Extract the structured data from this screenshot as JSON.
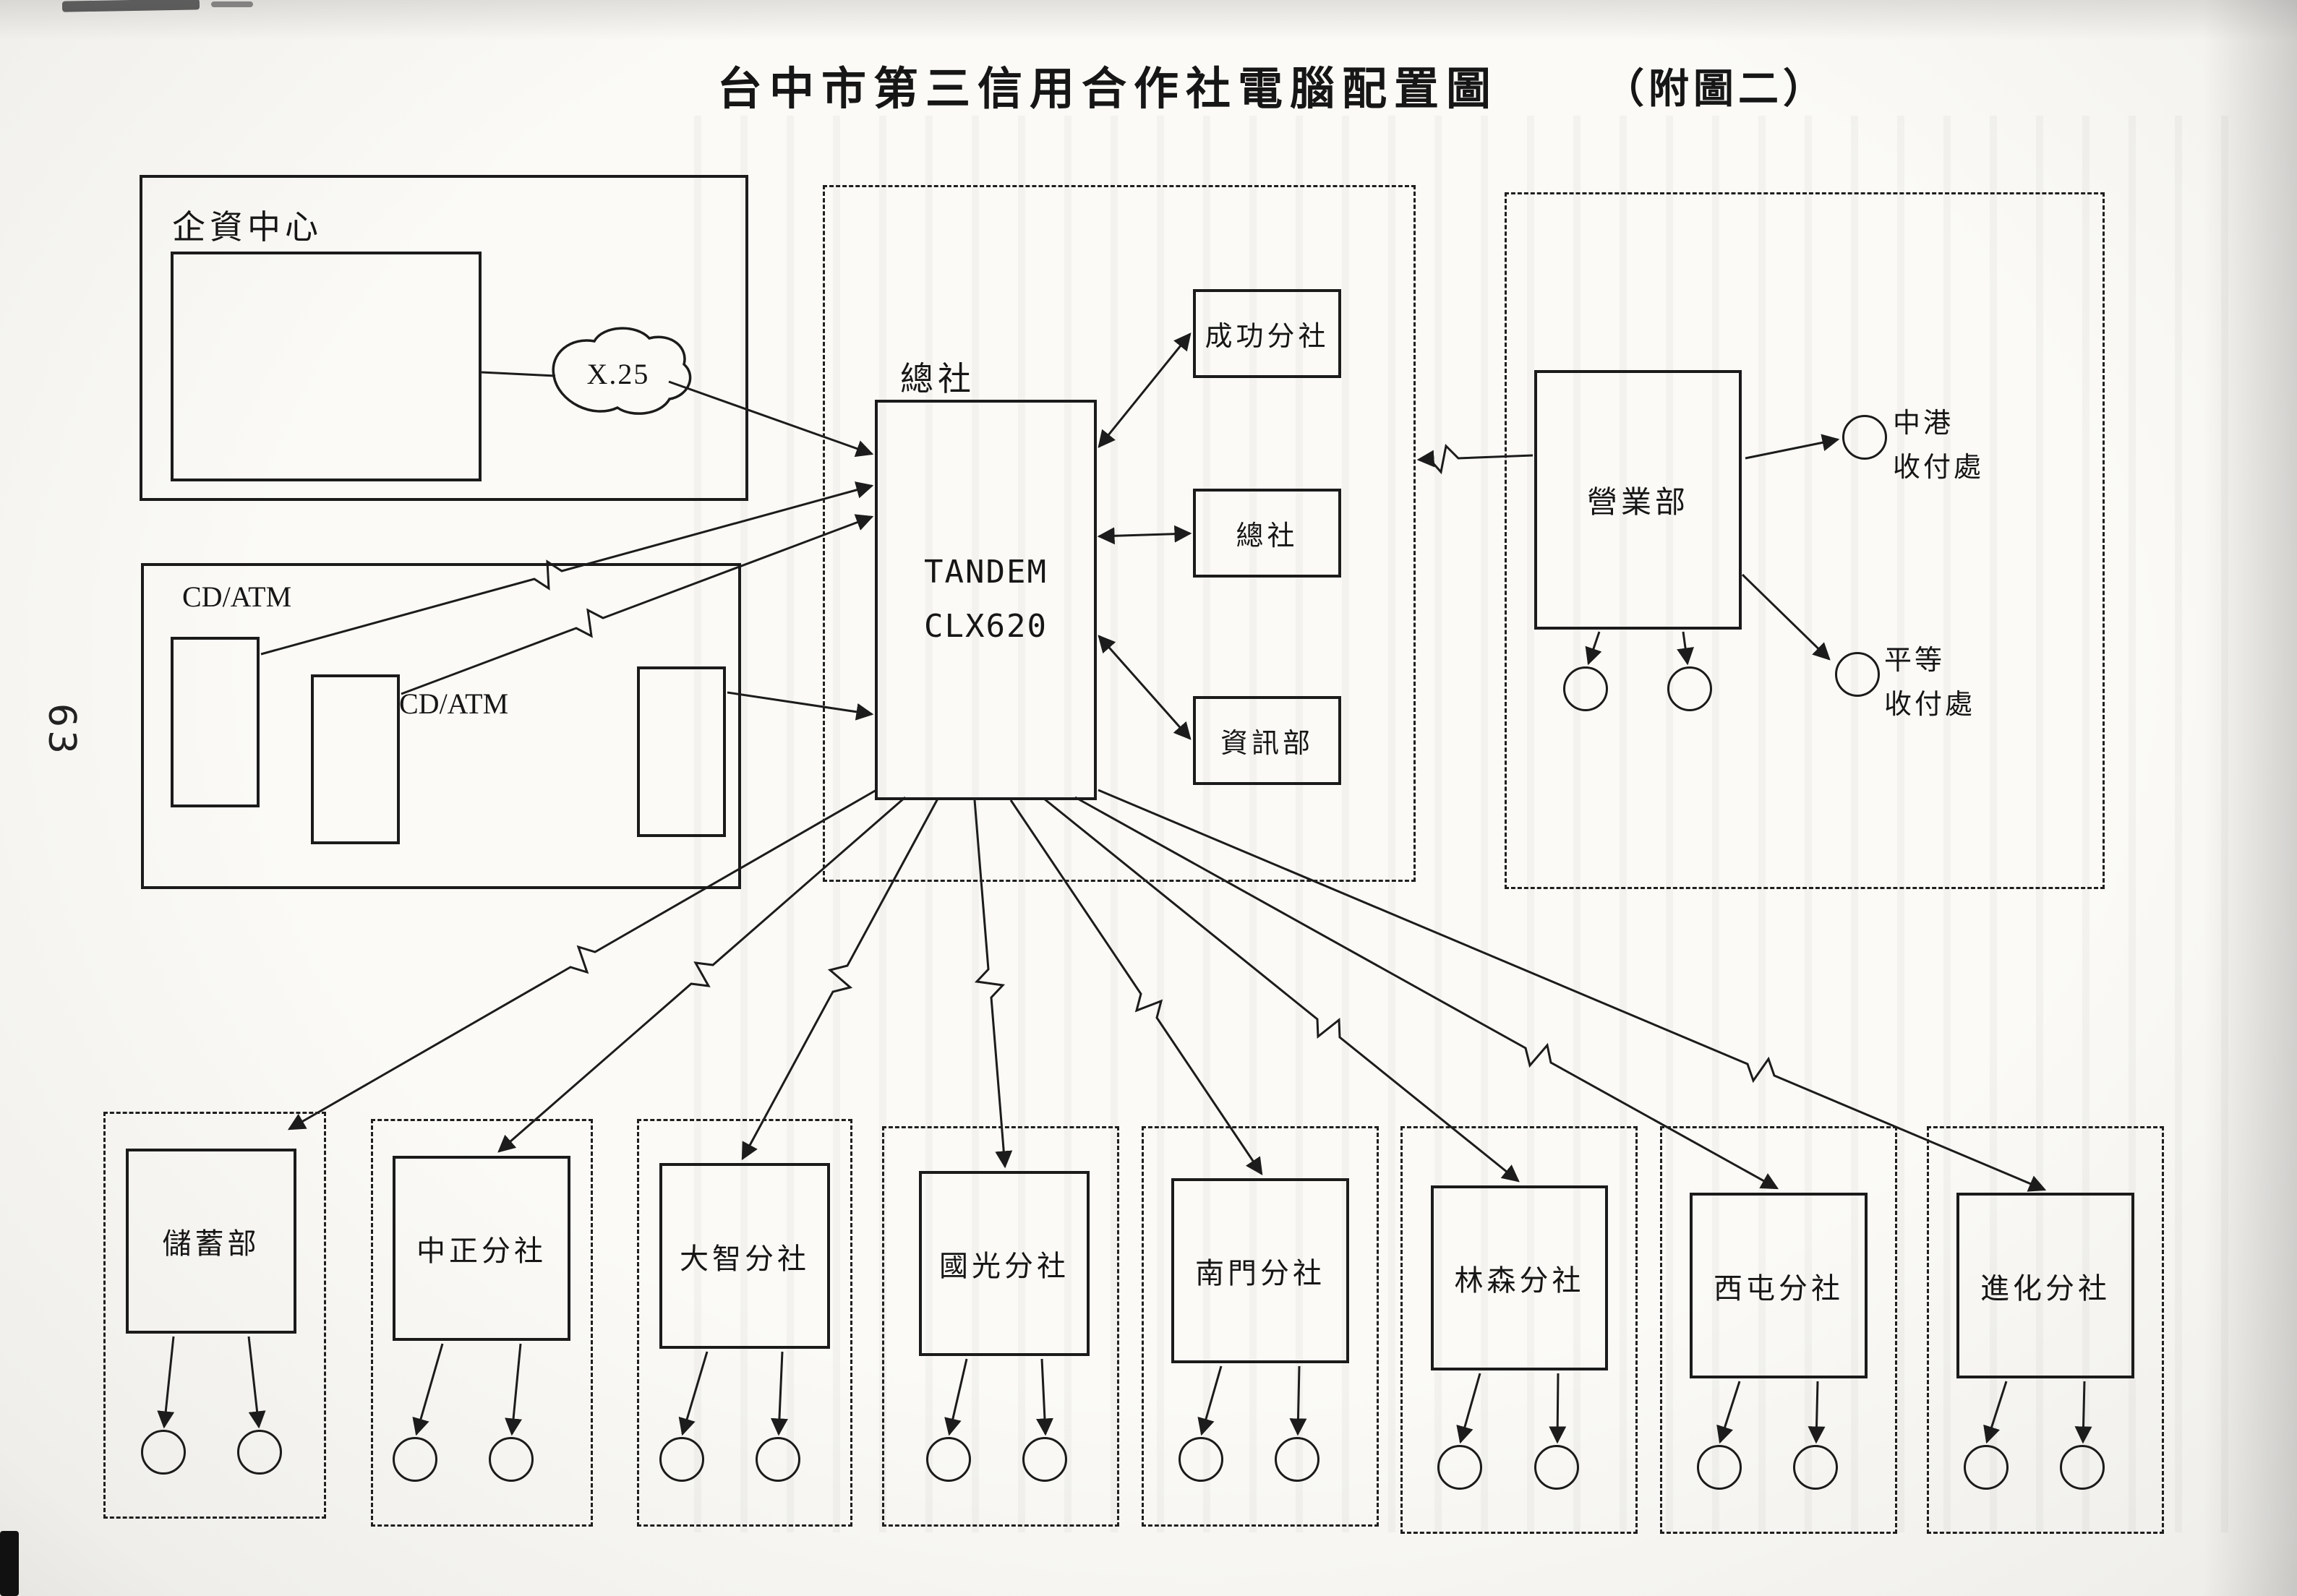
{
  "page": {
    "title": "台中市第三信用合作社電腦配置圖",
    "figure_label": "（附圖二）",
    "page_number": "63"
  },
  "diagram": {
    "funds_center": {
      "label": "企資中心"
    },
    "network_cloud": {
      "label": "X.25"
    },
    "atm_group": {
      "label_top": "CD/ATM",
      "label_mid": "CD/ATM"
    },
    "head_office_group": {
      "label": "總社",
      "mainframe": {
        "line1": "TANDEM",
        "line2": "CLX620"
      },
      "departments": [
        {
          "label": "成功分社"
        },
        {
          "label": "總社"
        },
        {
          "label": "資訊部"
        }
      ]
    },
    "business_group": {
      "business_dept": {
        "label": "營業部"
      },
      "offices": [
        {
          "line1": "中港",
          "line2": "收付處"
        },
        {
          "line1": "平等",
          "line2": "收付處"
        }
      ]
    },
    "branches": [
      {
        "label": "儲蓄部"
      },
      {
        "label": "中正分社"
      },
      {
        "label": "大智分社"
      },
      {
        "label": "國光分社"
      },
      {
        "label": "南門分社"
      },
      {
        "label": "林森分社"
      },
      {
        "label": "西屯分社"
      },
      {
        "label": "進化分社"
      }
    ]
  }
}
